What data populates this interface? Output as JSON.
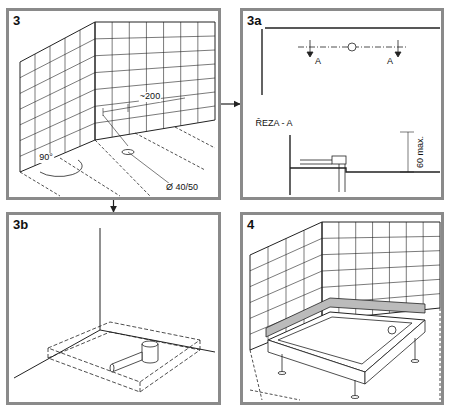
{
  "diagram": {
    "nodes": [
      {
        "text": [
          "3"
        ]
      },
      {
        "text": [
          "3a"
        ]
      },
      {
        "text": [
          "3b"
        ]
      },
      {
        "text": [
          "4"
        ]
      }
    ],
    "edges": [
      {
        "from": 0,
        "to": 1,
        "arrow": "to"
      },
      {
        "from": 0,
        "to": 2,
        "arrow": "to"
      }
    ],
    "labels": [
      "~200",
      "90°",
      "Ø 40/50",
      "A",
      "A",
      "ŘEZA - A",
      "60 max."
    ]
  }
}
